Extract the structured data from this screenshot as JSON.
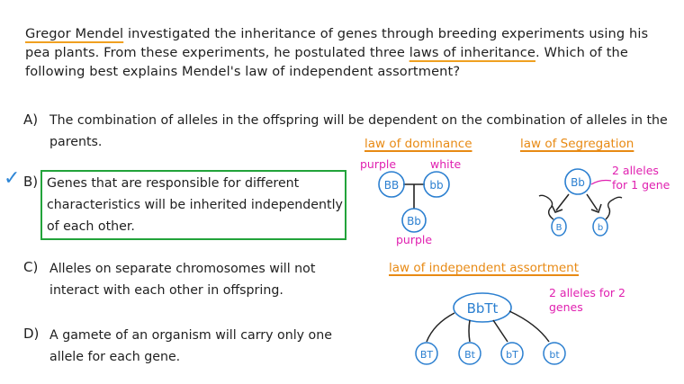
{
  "question": {
    "part1": "Gregor Mendel",
    "part2": " investigated the inheritance of genes through breeding experiments using his pea plants. From these experiments, he postulated three ",
    "part3": "laws of inheritance",
    "part4": ". Which of the following best explains Mendel's law of independent assortment?"
  },
  "options": [
    {
      "letter": "A)",
      "text": "The combination of alleles in the offspring will be dependent on the combination of alleles in the parents."
    },
    {
      "letter": "B)",
      "text": "Genes that are responsible for different characteristics will be inherited independently of each other."
    },
    {
      "letter": "C)",
      "text": "Alleles on separate chromosomes will not interact with each other in offspring."
    },
    {
      "letter": "D)",
      "text": "A gamete of an organism will carry only one allele for each gene."
    }
  ],
  "selected_option": "B)",
  "check_mark": "✓",
  "diagrams": {
    "dominance": {
      "title": "law of dominance",
      "parent1": "BB",
      "parent2": "bb",
      "child": "Bb",
      "label_parent1": "purple",
      "label_parent2": "white",
      "label_child": "purple"
    },
    "segregation": {
      "title": "law of Segregation",
      "parent": "Bb",
      "gamete1": "B",
      "gamete2": "b",
      "note": "2 alleles for 1 gene"
    },
    "independent": {
      "title": "law of independent assortment",
      "parent": "BbTt",
      "gametes": [
        "BT",
        "Bt",
        "bT",
        "bt"
      ],
      "note": "2 alleles for 2 genes"
    }
  },
  "colors": {
    "title": "#e88a14",
    "pink": "#e020b0",
    "circle": "#2b7fd0",
    "answer_box": "#22a33a"
  }
}
